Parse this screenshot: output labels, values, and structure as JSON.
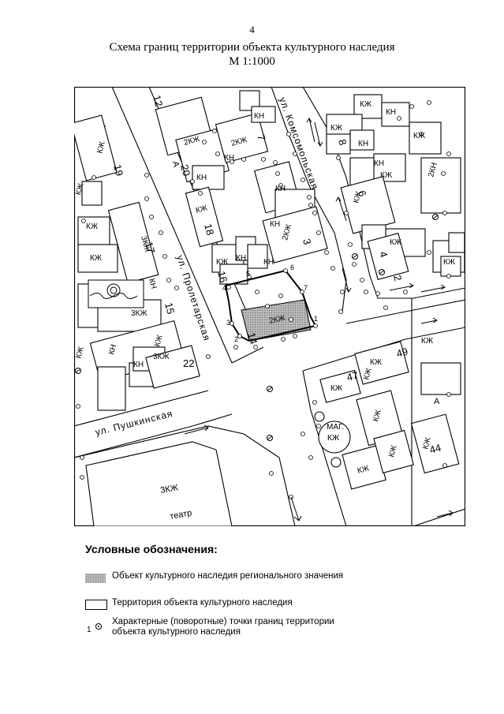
{
  "header": {
    "page_number": "4",
    "title": "Схема границ территории объекта культурного наследия",
    "scale": "М 1:1000"
  },
  "map": {
    "streets": {
      "komsomolskaya": "ул. Комсомольская",
      "proletarskaya": "ул. Пролетарская",
      "pushkinskaya": "ул. Пушкинская"
    },
    "building_labels": {
      "kzh": "КЖ",
      "kn": "КН",
      "two_kzh": "2КЖ",
      "two_kn": "2КН",
      "three_kzh": "3КЖ",
      "site": "2КЖ",
      "theater_kzh": "3КЖ",
      "theater": "театр",
      "mag": "МАГ.",
      "a": "А"
    },
    "house_numbers": {
      "n2": "2",
      "n4": "4",
      "n6": "6",
      "n8": "8",
      "n7": "7",
      "n3": "3",
      "n12": "12",
      "n14": "14",
      "n15": "15",
      "n16": "16",
      "n17": "17",
      "n18": "18",
      "n19": "19",
      "n20": "20",
      "n22": "22",
      "n44": "44",
      "n47": "47",
      "n49": "49"
    },
    "boundary_points": {
      "p1": "1",
      "p2": "2",
      "p3": "3",
      "p4": "4",
      "p5": "5",
      "p6": "6",
      "p7": "7"
    }
  },
  "legend": {
    "title": "Условные обозначения:",
    "items": [
      {
        "symbol": "hatched-area",
        "label": "Объект культурного наследия регионального значения"
      },
      {
        "symbol": "boundary-rectangle",
        "label": "Территория объекта культурного наследия"
      },
      {
        "symbol": "point-marker",
        "number": "1",
        "label": "Характерные (поворотные) точки границ территории объекта культурного наследия"
      }
    ]
  },
  "colors": {
    "line": "#000000",
    "hatch": "#b9b9b9",
    "background": "#ffffff"
  }
}
